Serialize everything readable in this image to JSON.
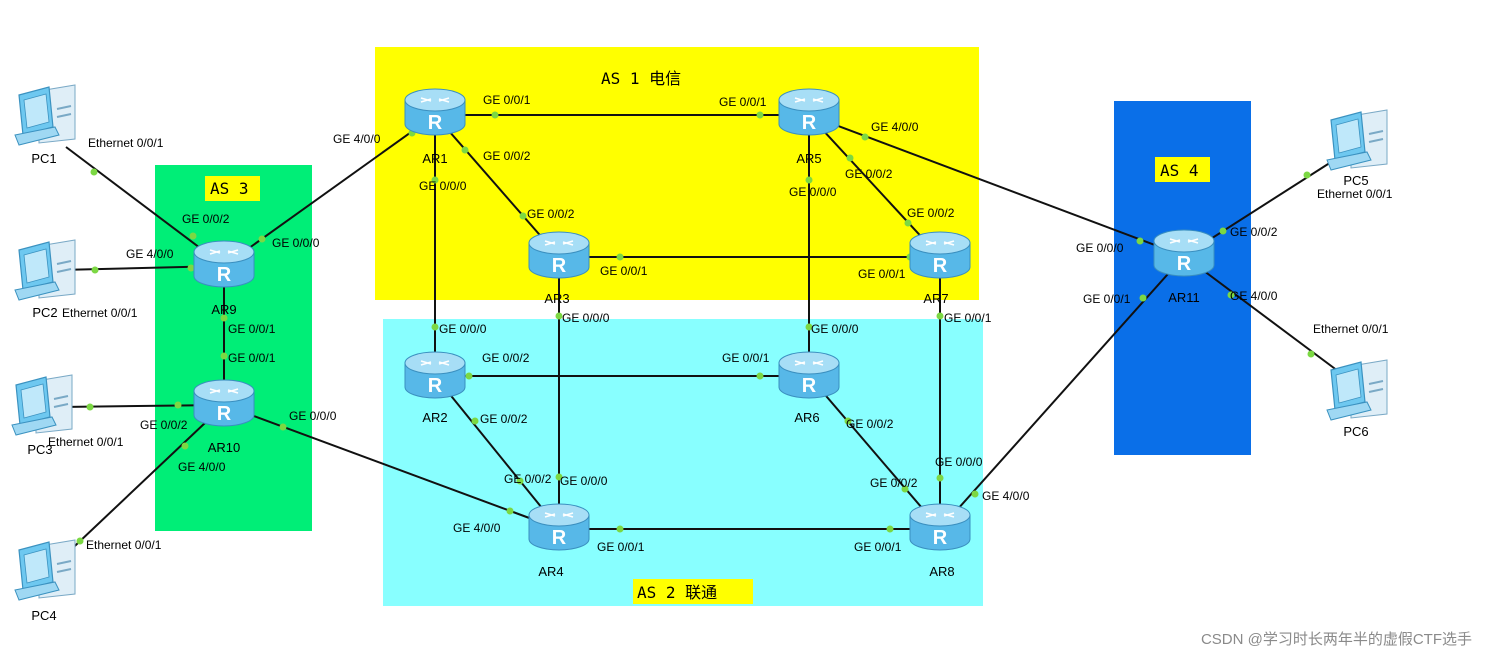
{
  "areas": [
    {
      "id": "as1",
      "title": "AS 1  电信",
      "color": "#ffff00"
    },
    {
      "id": "as2",
      "title": "AS 2  联通",
      "color": "#88ffff"
    },
    {
      "id": "as3",
      "title": "AS 3",
      "color": "#00ee77"
    },
    {
      "id": "as4",
      "title": "AS 4",
      "color": "#0a6fe8"
    }
  ],
  "area_title_bg": "#ffff00",
  "routers": [
    {
      "id": "AR1",
      "label": "AR1"
    },
    {
      "id": "AR2",
      "label": "AR2"
    },
    {
      "id": "AR3",
      "label": "AR3"
    },
    {
      "id": "AR4",
      "label": "AR4"
    },
    {
      "id": "AR5",
      "label": "AR5"
    },
    {
      "id": "AR6",
      "label": "AR6"
    },
    {
      "id": "AR7",
      "label": "AR7"
    },
    {
      "id": "AR8",
      "label": "AR8"
    },
    {
      "id": "AR9",
      "label": "AR9"
    },
    {
      "id": "AR10",
      "label": "AR10"
    },
    {
      "id": "AR11",
      "label": "AR11"
    }
  ],
  "pcs": [
    {
      "id": "PC1",
      "label": "PC1"
    },
    {
      "id": "PC2",
      "label": "PC2"
    },
    {
      "id": "PC3",
      "label": "PC3"
    },
    {
      "id": "PC4",
      "label": "PC4"
    },
    {
      "id": "PC5",
      "label": "PC5"
    },
    {
      "id": "PC6",
      "label": "PC6"
    }
  ],
  "links": [
    {
      "a": "AR1",
      "b": "AR5"
    },
    {
      "a": "AR1",
      "b": "AR3"
    },
    {
      "a": "AR1",
      "b": "AR2"
    },
    {
      "a": "AR1",
      "b": "AR9"
    },
    {
      "a": "AR5",
      "b": "AR7"
    },
    {
      "a": "AR5",
      "b": "AR6"
    },
    {
      "a": "AR5",
      "b": "AR11"
    },
    {
      "a": "AR3",
      "b": "AR7"
    },
    {
      "a": "AR3",
      "b": "AR4"
    },
    {
      "a": "AR7",
      "b": "AR8"
    },
    {
      "a": "AR2",
      "b": "AR6"
    },
    {
      "a": "AR2",
      "b": "AR4"
    },
    {
      "a": "AR6",
      "b": "AR8"
    },
    {
      "a": "AR4",
      "b": "AR8"
    },
    {
      "a": "AR4",
      "b": "AR10"
    },
    {
      "a": "AR8",
      "b": "AR11"
    },
    {
      "a": "AR9",
      "b": "AR10"
    },
    {
      "a": "PC1",
      "b": "AR9"
    },
    {
      "a": "PC2",
      "b": "AR9"
    },
    {
      "a": "PC3",
      "b": "AR10"
    },
    {
      "a": "PC4",
      "b": "AR10"
    },
    {
      "a": "PC5",
      "b": "AR11"
    },
    {
      "a": "PC6",
      "b": "AR11"
    }
  ],
  "ports": [
    "GE 0/0/1",
    "GE 0/0/1",
    "GE 4/0/0",
    "GE 0/0/2",
    "GE 0/0/0",
    "GE 4/0/0",
    "GE 0/0/2",
    "GE 0/0/0",
    "GE 0/0/2",
    "GE 0/0/2",
    "GE 0/0/1",
    "GE 0/0/1",
    "GE 0/0/0",
    "GE 0/0/1",
    "GE 0/0/2",
    "GE 0/0/0",
    "GE 0/0/1",
    "GE 0/0/2",
    "GE 0/0/0",
    "GE 0/0/2",
    "GE 0/0/0",
    "GE 0/0/2",
    "GE 4/0/0",
    "GE 4/0/0",
    "GE 0/0/1",
    "GE 0/0/1",
    "GE 0/0/2",
    "GE 4/0/0",
    "GE 0/0/0",
    "GE 0/0/1",
    "GE 0/0/1",
    "GE 0/0/0",
    "GE 0/0/2",
    "GE 4/0/0",
    "GE 0/0/0",
    "GE 0/0/1",
    "GE 0/0/2",
    "GE 4/0/0",
    "Ethernet 0/0/1",
    "Ethernet 0/0/1",
    "Ethernet 0/0/1",
    "Ethernet 0/0/1",
    "Ethernet 0/0/1",
    "Ethernet 0/0/1"
  ],
  "watermark": "CSDN @学习时长两年半的虚假CTF选手",
  "colors": {
    "link": "#111111",
    "port_dot": "#7cd843",
    "router_body": "#57b8e8",
    "router_top": "#a7def6",
    "pc_body": "#6ec8f0"
  }
}
